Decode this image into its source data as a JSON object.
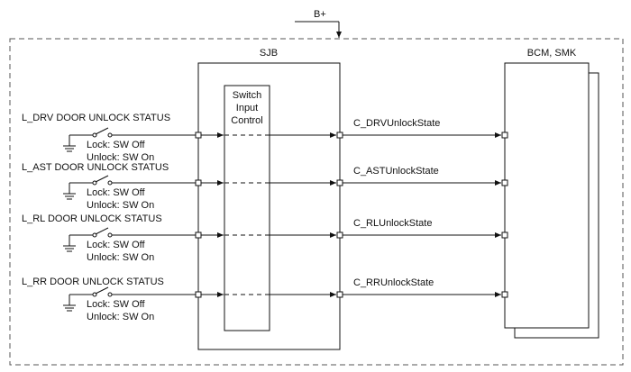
{
  "supply": {
    "label": "B+"
  },
  "sjb": {
    "title": "SJB",
    "control_lines": [
      "Switch",
      "Input",
      "Control"
    ]
  },
  "receiver": {
    "title": "BCM, SMK"
  },
  "inputs": [
    {
      "label": "L_DRV DOOR UNLOCK STATUS",
      "lock_text": "Lock: SW Off",
      "unlock_text": "Unlock: SW On",
      "signal": "C_DRVUnlockState"
    },
    {
      "label": "L_AST DOOR UNLOCK STATUS",
      "lock_text": "Lock: SW Off",
      "unlock_text": "Unlock: SW On",
      "signal": "C_ASTUnlockState"
    },
    {
      "label": "L_RL    DOOR UNLOCK STATUS",
      "lock_text": "Lock: SW Off",
      "unlock_text": "Unlock: SW On",
      "signal": "C_RLUnlockState"
    },
    {
      "label": "L_RR    DOOR UNLOCK STATUS",
      "lock_text": "Lock: SW Off",
      "unlock_text": "Unlock: SW On",
      "signal": "C_RRUnlockState"
    }
  ]
}
